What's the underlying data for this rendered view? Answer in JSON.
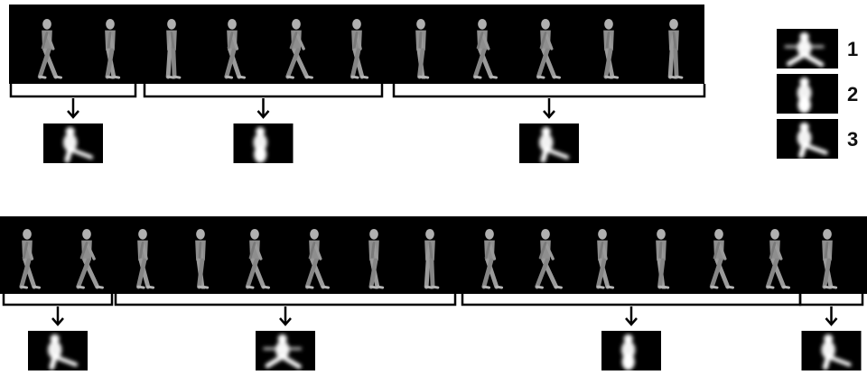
{
  "legend": {
    "items": [
      {
        "label": "1",
        "pose": "stride"
      },
      {
        "label": "2",
        "pose": "stand"
      },
      {
        "label": "3",
        "pose": "step"
      }
    ]
  },
  "sequences": [
    {
      "name": "sequence-top",
      "frame_count": 11,
      "groups": [
        {
          "frames": 2,
          "cluster": "3"
        },
        {
          "frames": 4,
          "cluster": "2"
        },
        {
          "frames": 5,
          "cluster": "3"
        }
      ]
    },
    {
      "name": "sequence-bottom",
      "frame_count": 15,
      "groups": [
        {
          "frames": 2,
          "cluster": "3"
        },
        {
          "frames": 6,
          "cluster": "1"
        },
        {
          "frames": 6,
          "cluster": "2"
        },
        {
          "frames": 1,
          "cluster": "3"
        }
      ]
    }
  ],
  "colors": {
    "background": "#000000",
    "figure": "#a8a8a8",
    "energy": "#ffffff",
    "bracket": "#000000"
  }
}
